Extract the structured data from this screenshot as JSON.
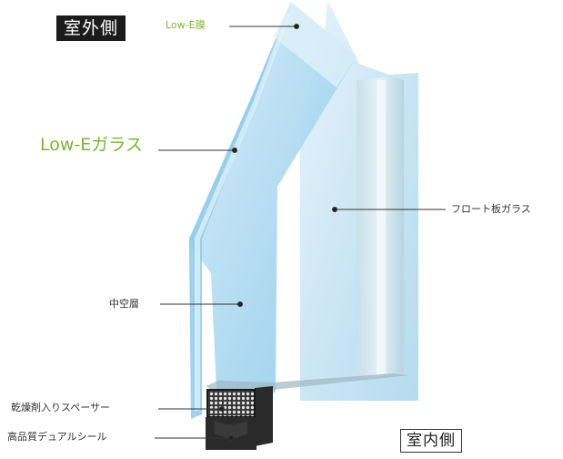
{
  "labels": {
    "outdoor": "室外側",
    "indoor": "室内側",
    "low_e_film": "Low-E膜",
    "low_e_glass": "Low-Eガラス",
    "float_glass": "フロート板ガラス",
    "air_layer": "中空層",
    "spacer": "乾燥剤入りスペーサー",
    "seal": "高品質デュアルシール"
  },
  "colors": {
    "green_text": "#7cb534",
    "glass_light": "#cde8f5",
    "glass_mid": "#a9d6ee",
    "glass_edge": "#7fc0e3",
    "frame": "#2a2a2a",
    "label_dark": "#333333"
  }
}
